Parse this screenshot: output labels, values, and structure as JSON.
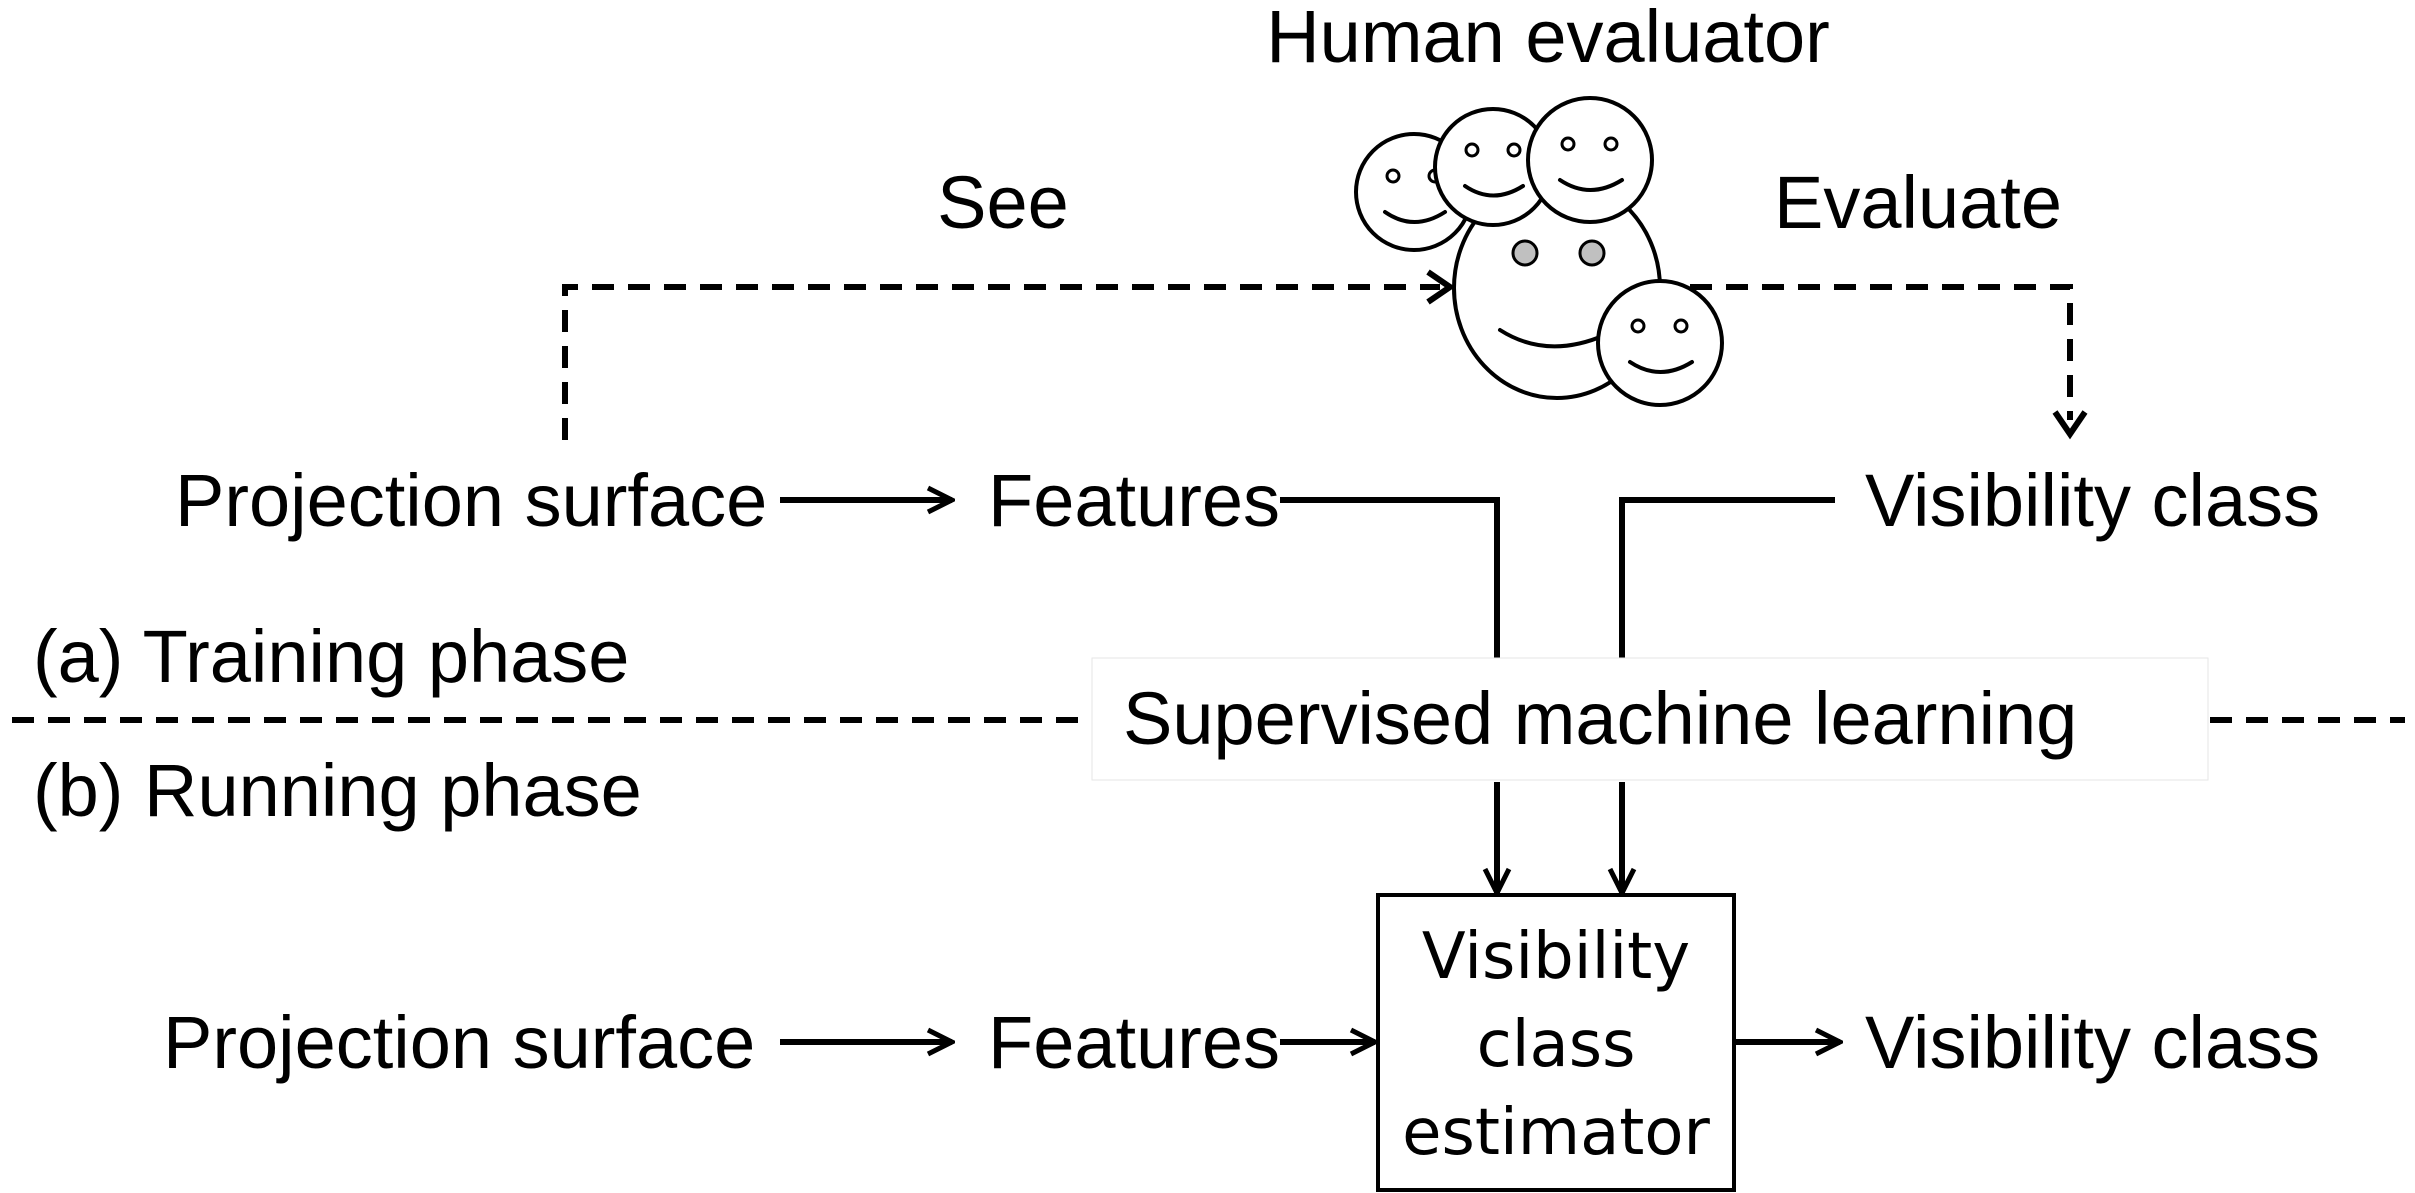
{
  "diagram": {
    "labels": {
      "human_evaluator": "Human evaluator",
      "see": "See",
      "evaluate": "Evaluate",
      "training_phase": "(a) Training phase",
      "running_phase": "(b) Running phase",
      "supervised_ml": "Supervised machine learning"
    },
    "training_row": {
      "projection_surface": "Projection surface",
      "features": "Features",
      "visibility_class": "Visibility class"
    },
    "running_row": {
      "projection_surface": "Projection surface",
      "features": "Features",
      "visibility_class": "Visibility class"
    },
    "estimator_box": {
      "line1": "Visibility",
      "line2": "class",
      "line3": "estimator"
    },
    "icons": {
      "evaluator": "human-evaluator-group-icon"
    }
  }
}
